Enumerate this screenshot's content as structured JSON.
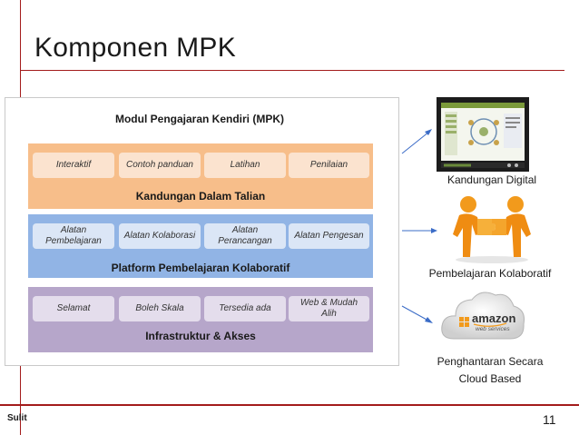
{
  "slide": {
    "title": "Komponen MPK",
    "footer_label": "Sulit",
    "page_number": "11"
  },
  "diagram": {
    "title": "Modul Pengajaran Kendiri (MPK)",
    "layers": [
      {
        "label": "Kandungan Dalam Talian",
        "color": "#f7be8a",
        "items": [
          "Interaktif",
          "Contoh panduan",
          "Latihan",
          "Penilaian"
        ]
      },
      {
        "label": "Platform Pembelajaran Kolaboratif",
        "color": "#91b4e5",
        "items": [
          "Alatan Pembelajaran",
          "Alatan Kolaborasi",
          "Alatan Perancangan",
          "Alatan Pengesan"
        ]
      },
      {
        "label": "Infrastruktur & Akses",
        "color": "#b6a6ca",
        "items": [
          "Selamat",
          "Boleh Skala",
          "Tersedia ada",
          "Web & Mudah Alih"
        ]
      }
    ],
    "side_items": [
      {
        "caption": "Kandungan Digital",
        "icon": "screen-thumbnail-icon"
      },
      {
        "caption": "Pembelajaran Kolaboratif",
        "icon": "puzzle-people-icon"
      },
      {
        "caption": "Penghantaran Secara Cloud Based",
        "icon": "amazon-web-services-cloud-icon",
        "logo_text": [
          "amazon",
          "web services"
        ]
      }
    ]
  },
  "colors": {
    "accent_red": "#a31b1b",
    "arrow_blue": "#3b6cc7"
  }
}
